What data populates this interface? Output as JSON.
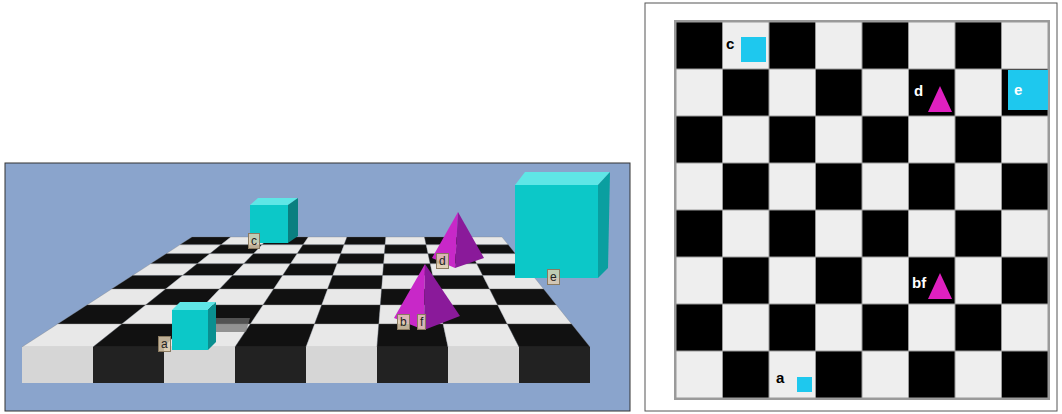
{
  "diagram": {
    "labels": [
      "c",
      "d",
      "e",
      "a",
      "b",
      "f",
      "c",
      "d",
      "e",
      "bf",
      "a"
    ]
  }
}
